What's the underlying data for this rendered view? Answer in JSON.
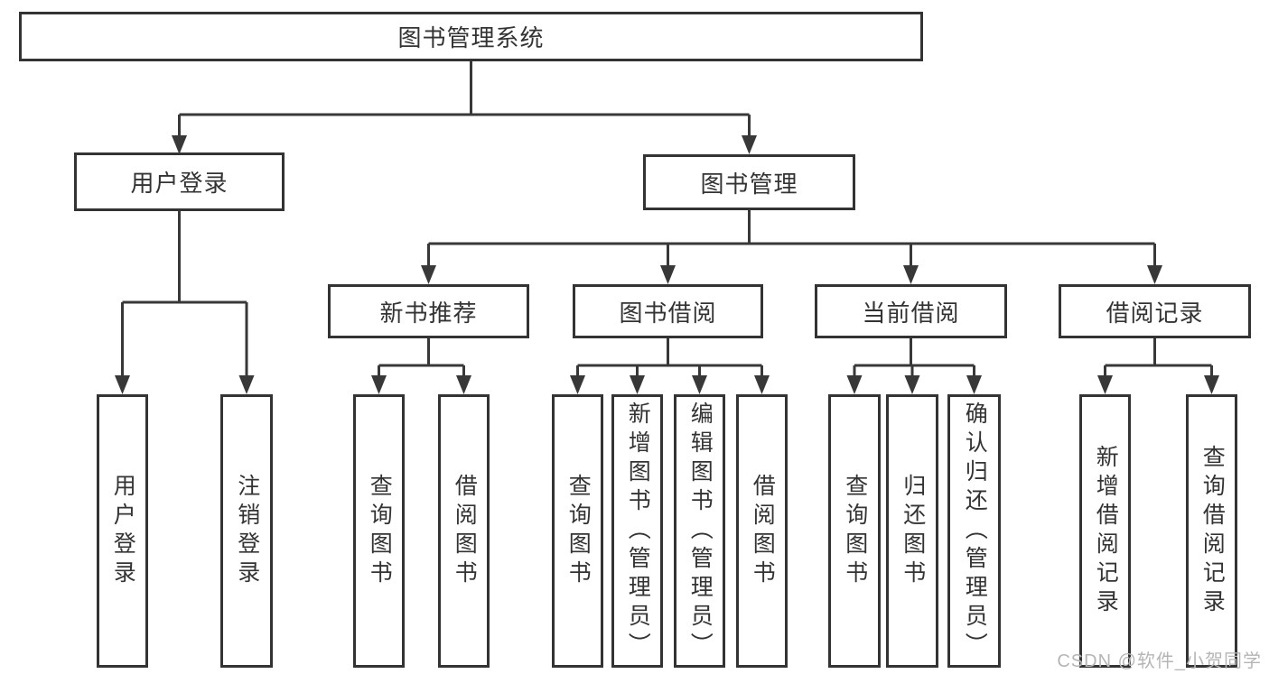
{
  "diagram": {
    "title": "图书管理系统",
    "nodes": {
      "userLogin": "用户登录",
      "bookMgmt": "图书管理",
      "newBookRec": "新书推荐",
      "bookBorrow": "图书借阅",
      "currentBorrow": "当前借阅",
      "borrowRecords": "借阅记录",
      "leafUserLogin": "用户登录",
      "leafLogout": "注销登录",
      "recQueryBook": "查询图书",
      "recBorrowBook": "借阅图书",
      "bbQueryBook": "查询图书",
      "bbAddBook": "新增图书（管理员）",
      "bbEditBook": "编辑图书（管理员）",
      "bbBorrowBook": "借阅图书",
      "cbQueryBook": "查询图书",
      "cbReturnBook": "归还图书",
      "cbConfirmReturn": "确认归还（管理员）",
      "brAddRecord": "新增借阅记录",
      "brQueryRecord": "查询借阅记录"
    }
  },
  "watermark": "CSDN @软件_小贺同学",
  "colors": {
    "line": "#383838",
    "border": "#333333",
    "text": "#333333",
    "watermark": "#b5b5b5",
    "background": "#ffffff"
  }
}
